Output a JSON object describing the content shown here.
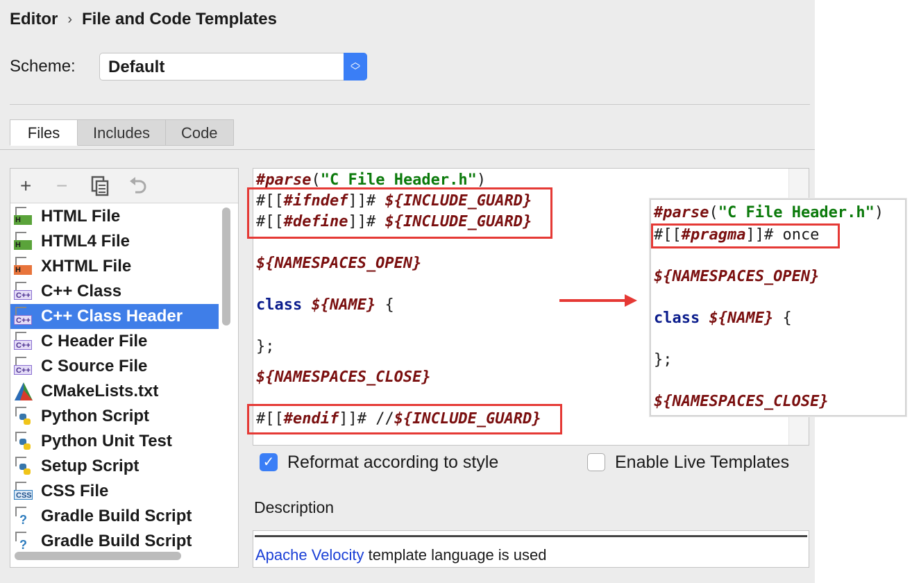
{
  "breadcrumb": {
    "parent": "Editor",
    "separator": "›",
    "current": "File and Code Templates"
  },
  "scheme": {
    "label": "Scheme:",
    "value": "Default"
  },
  "tabs": [
    {
      "label": "Files"
    },
    {
      "label": "Includes"
    },
    {
      "label": "Code"
    }
  ],
  "toolbar": {
    "add": "+",
    "remove": "−",
    "copy": "copy-icon",
    "reset": "undo-icon"
  },
  "templates": [
    {
      "name": "HTML File",
      "badge": "H",
      "badge_color": "#5aa33a"
    },
    {
      "name": "HTML4 File",
      "badge": "H",
      "badge_color": "#5aa33a"
    },
    {
      "name": "XHTML File",
      "badge": "H",
      "badge_color": "#e8743b"
    },
    {
      "name": "C++ Class",
      "badge": "C++",
      "badge_color": "#8a6fd1"
    },
    {
      "name": "C++ Class Header",
      "badge": "C++",
      "badge_color": "#8a6fd1",
      "selected": true
    },
    {
      "name": "C Header File",
      "badge": "C++",
      "badge_color": "#8a6fd1"
    },
    {
      "name": "C Source File",
      "badge": "C++",
      "badge_color": "#8a6fd1"
    },
    {
      "name": "CMakeLists.txt",
      "badge": "cmake",
      "badge_color": "#2b7bbd"
    },
    {
      "name": "Python Script",
      "badge": "py",
      "badge_color": "#3776ab"
    },
    {
      "name": "Python Unit Test",
      "badge": "py",
      "badge_color": "#3776ab"
    },
    {
      "name": "Setup Script",
      "badge": "py",
      "badge_color": "#3776ab"
    },
    {
      "name": "CSS File",
      "badge": "CSS",
      "badge_color": "#2b7bbd"
    },
    {
      "name": "Gradle Build Script",
      "badge": "?",
      "badge_color": "#2b7bbd"
    },
    {
      "name": "Gradle Build Script",
      "badge": "?",
      "badge_color": "#2b7bbd"
    }
  ],
  "editor": {
    "l1a": "#parse",
    "l1b": "(",
    "l1c": "\"C File Header.h\"",
    "l1d": ")",
    "l2a": "#[[",
    "l2b": "#ifndef",
    "l2c": "]]# ",
    "l2d": "${INCLUDE_GUARD}",
    "l3a": "#[[",
    "l3b": "#define",
    "l3c": "]]# ",
    "l3d": "${INCLUDE_GUARD}",
    "l4": "${NAMESPACES_OPEN}",
    "l5a": "class",
    "l5b": " ",
    "l5c": "${NAME}",
    "l5d": " {",
    "l6": "};",
    "l7": "${NAMESPACES_CLOSE}",
    "l8a": "#[[",
    "l8b": "#endif",
    "l8c": "]]# ",
    "l8d": "//",
    "l8e": "${INCLUDE_GUARD}"
  },
  "preview": {
    "l1a": "#parse",
    "l1b": "(",
    "l1c": "\"C File Header.h\"",
    "l1d": ")",
    "l2a": "#[[",
    "l2b": "#pragma",
    "l2c": "]]# once",
    "l4": "${NAMESPACES_OPEN}",
    "l5a": "class",
    "l5b": " ",
    "l5c": "${NAME}",
    "l5d": " {",
    "l6": "};",
    "l7": "${NAMESPACES_CLOSE}"
  },
  "options": {
    "reformat_label": "Reformat according to style",
    "reformat_checked": true,
    "check_mark": "✓",
    "live_label": "Enable Live Templates",
    "live_checked": false
  },
  "description": {
    "label": "Description",
    "link": "Apache Velocity",
    "text": " template language is used"
  },
  "colors": {
    "accent": "#3a7ef6",
    "selection": "#3f7ee8",
    "highlight_box": "#e53935",
    "keyword": "#7a0f0f",
    "string": "#0b7a0b"
  }
}
